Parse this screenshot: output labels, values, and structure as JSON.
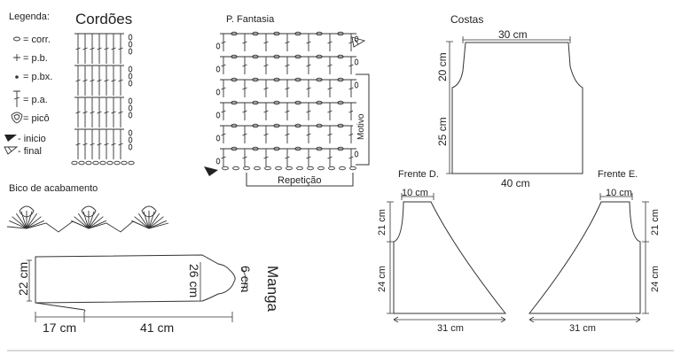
{
  "legend": {
    "title": "Legenda:",
    "items": [
      {
        "symbol": "corr",
        "label": "= corr."
      },
      {
        "symbol": "pb",
        "label": "= p.b."
      },
      {
        "symbol": "pbx",
        "label": "= p.bx."
      },
      {
        "symbol": "pa",
        "label": "= p.a."
      },
      {
        "symbol": "pico",
        "label": "= picô"
      },
      {
        "symbol": "inicio",
        "label": "- inicio"
      },
      {
        "symbol": "final",
        "label": "- final"
      }
    ]
  },
  "cordoes": {
    "title": "Cordões"
  },
  "fantasia": {
    "title": "P. Fantasia",
    "motivo": "Motivo",
    "repeticao": "Repetição"
  },
  "bico": {
    "title": "Bico de acabamento"
  },
  "costas": {
    "title": "Costas",
    "top_width": "30 cm",
    "bottom_width": "40 cm",
    "upper_height": "20 cm",
    "lower_height": "25 cm"
  },
  "frente_d": {
    "title": "Frente D.",
    "top_width": "10 cm",
    "bottom_width": "31 cm",
    "upper_height": "21 cm",
    "lower_height": "24 cm"
  },
  "frente_e": {
    "title": "Frente E.",
    "top_width": "10 cm",
    "bottom_width": "31 cm",
    "upper_height": "21 cm",
    "lower_height": "24 cm"
  },
  "manga": {
    "title": "Manga",
    "height": "22 cm",
    "cuff_width": "17 cm",
    "length": "41 cm",
    "top_height": "26 cm",
    "cap": "6 cm"
  }
}
